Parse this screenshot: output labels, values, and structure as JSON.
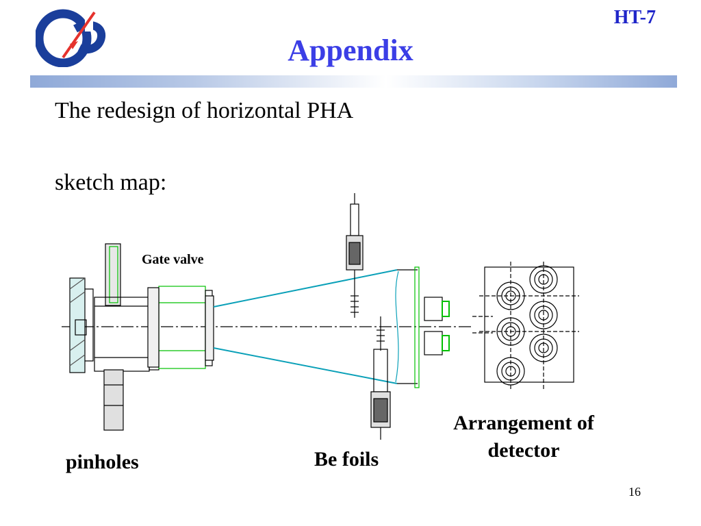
{
  "header": {
    "tag": "HT-7",
    "title": "Appendix"
  },
  "body": {
    "line1": "The redesign of horizontal PHA",
    "line2": "sketch map:"
  },
  "figure": {
    "label_gate_valve": "Gate valve",
    "label_arrangement": "Arrangement of detector",
    "label_pinholes": "pinholes",
    "label_be_foils": "Be foils"
  },
  "footer": {
    "page_number": "16"
  },
  "colors": {
    "title": "#3b3ee6",
    "tag": "#1f25c9",
    "logo_blue": "#1a3e9b",
    "logo_red": "#e5322d",
    "drawing_green": "#00c000",
    "drawing_cyan": "#0aa0b8"
  }
}
